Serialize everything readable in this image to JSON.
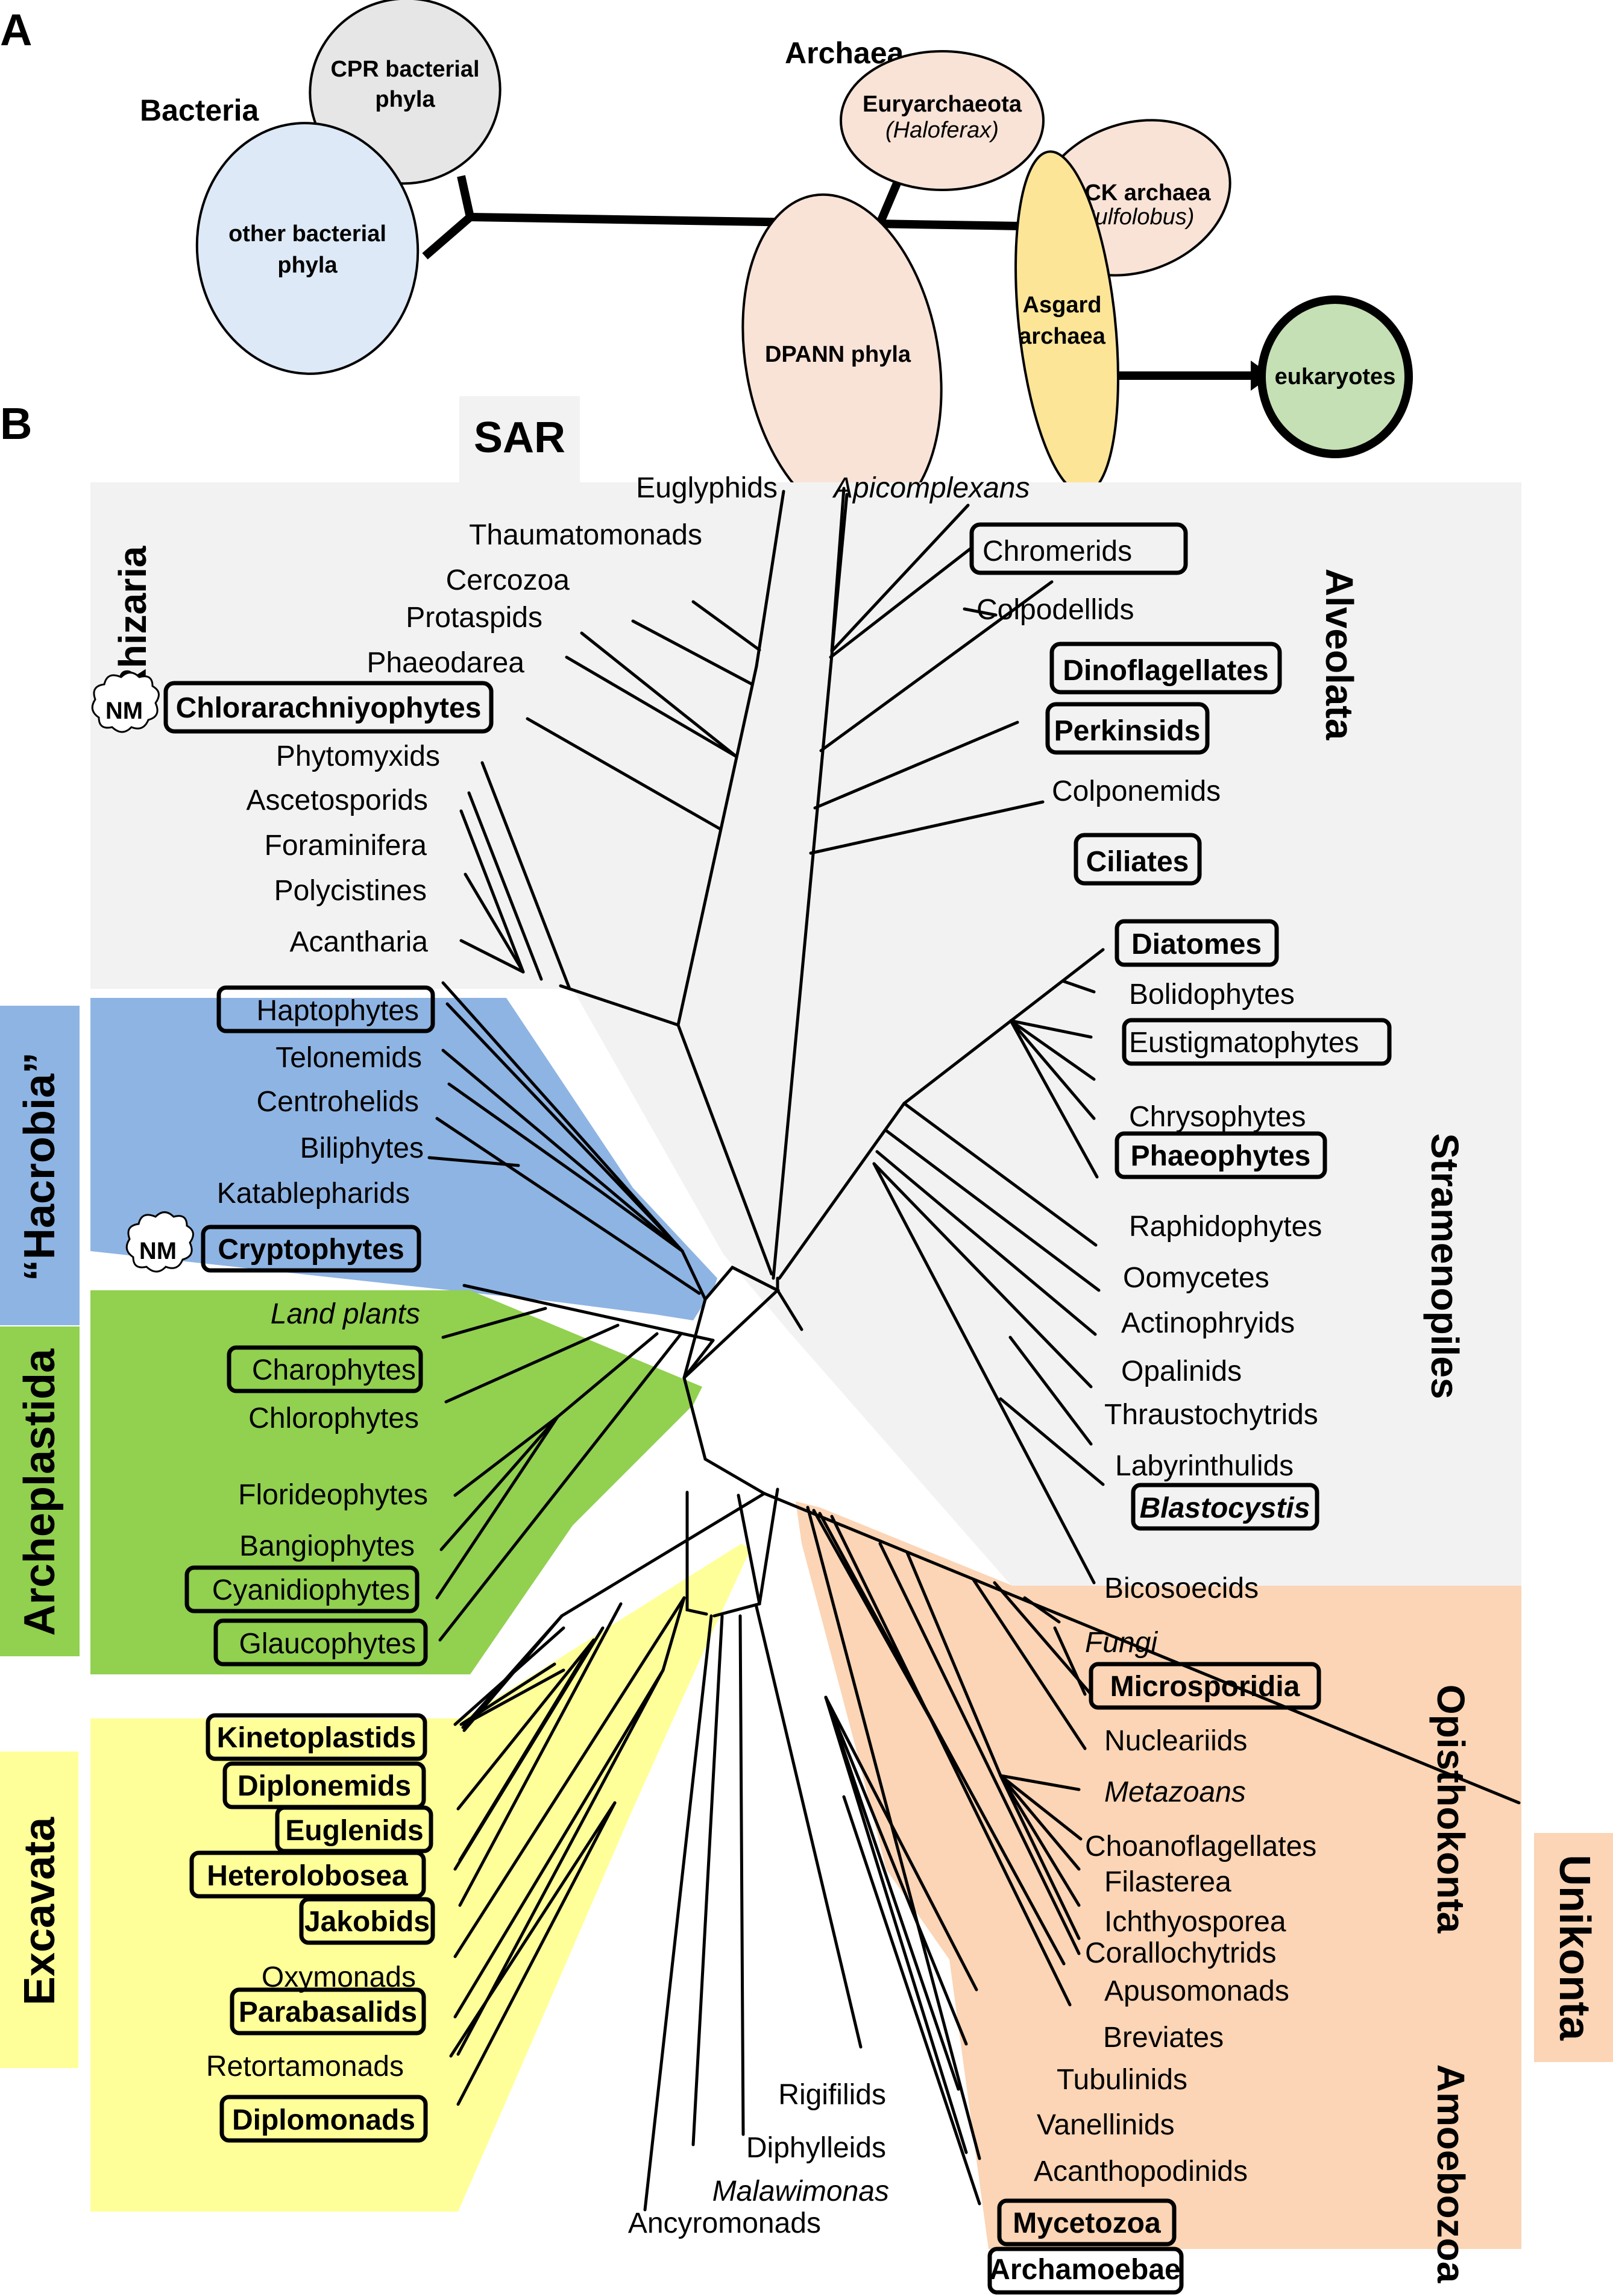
{
  "panel_a": {
    "letter": "A",
    "domains": {
      "bacteria": "Bacteria",
      "archaea": "Archaea"
    },
    "nodes": {
      "cpr": [
        "CPR bacterial",
        "phyla"
      ],
      "other_bacteria": [
        "other bacterial",
        "phyla"
      ],
      "euryarchaeota": [
        "Euryarchaeota",
        "(Haloferax)"
      ],
      "tack": [
        "TACK archaea",
        "(Sulfolobus)"
      ],
      "dpann": "DPANN phyla",
      "asgard": [
        "Asgard",
        "archaea"
      ],
      "eukaryotes": "eukaryotes"
    },
    "colors": {
      "cpr": "#e6e6e6",
      "other_bacteria": "#dde9f6",
      "archaea": "#f9e3d7",
      "asgard": "#fde598",
      "eukaryotes": "#c5e0b4"
    }
  },
  "panel_b": {
    "letter": "B",
    "supergroups": {
      "sar": "SAR",
      "rhizaria": "Rhizaria",
      "alveolata": "Alveolata",
      "stramenopiles": "Stramenopiles",
      "hacrobia": "“Hacrobia”",
      "archeplastida": "Archeplastida",
      "excavata": "Excavata",
      "opisthokonta": "Opisthokonta",
      "amoebozoa": "Amoebozoa",
      "unikonta": "Unikonta"
    },
    "colors": {
      "sar": "#f2f2f2",
      "hacrobia": "#8eb4e3",
      "archeplastida": "#92d050",
      "excavata": "#ffff99",
      "unikonta": "#fbd5b5"
    },
    "nm_badge": "NM",
    "taxa": {
      "rhizaria": [
        {
          "name": "Euglyphids",
          "style": "normal"
        },
        {
          "name": "Thaumatomonads",
          "style": "normal"
        },
        {
          "name": "Cercozoa",
          "style": "normal"
        },
        {
          "name": "Protaspids",
          "style": "normal"
        },
        {
          "name": "Phaeodarea",
          "style": "normal"
        },
        {
          "name": "Chlorarachniyophytes",
          "style": "bold-boxed",
          "nm": true
        },
        {
          "name": "Phytomyxids",
          "style": "normal"
        },
        {
          "name": "Ascetosporids",
          "style": "normal"
        },
        {
          "name": "Foraminifera",
          "style": "normal"
        },
        {
          "name": "Polycistines",
          "style": "normal"
        },
        {
          "name": "Acantharia",
          "style": "normal"
        }
      ],
      "alveolata": [
        {
          "name": "Apicomplexans",
          "style": "italic"
        },
        {
          "name": "Chromerids",
          "style": "boxed"
        },
        {
          "name": "Colpodellids",
          "style": "normal"
        },
        {
          "name": "Dinoflagellates",
          "style": "bold-boxed"
        },
        {
          "name": "Perkinsids",
          "style": "bold-boxed"
        },
        {
          "name": "Colponemids",
          "style": "normal"
        },
        {
          "name": "Ciliates",
          "style": "bold-boxed"
        }
      ],
      "stramenopiles": [
        {
          "name": "Diatomes",
          "style": "bold-boxed"
        },
        {
          "name": "Bolidophytes",
          "style": "normal"
        },
        {
          "name": "Eustigmatophytes",
          "style": "boxed"
        },
        {
          "name": "Chrysophytes",
          "style": "normal"
        },
        {
          "name": "Phaeophytes",
          "style": "bold-boxed"
        },
        {
          "name": "Raphidophytes",
          "style": "normal"
        },
        {
          "name": "Oomycetes",
          "style": "normal"
        },
        {
          "name": "Actinophryids",
          "style": "normal"
        },
        {
          "name": "Opalinids",
          "style": "normal"
        },
        {
          "name": "Thraustochytrids",
          "style": "normal"
        },
        {
          "name": "Labyrinthulids",
          "style": "normal"
        },
        {
          "name": "Blastocystis",
          "style": "bold-italic-boxed"
        },
        {
          "name": "Bicosoecids",
          "style": "normal"
        }
      ],
      "hacrobia": [
        {
          "name": "Haptophytes",
          "style": "boxed"
        },
        {
          "name": "Telonemids",
          "style": "normal"
        },
        {
          "name": "Centrohelids",
          "style": "normal"
        },
        {
          "name": "Biliphytes",
          "style": "normal"
        },
        {
          "name": "Katablepharids",
          "style": "normal"
        },
        {
          "name": "Cryptophytes",
          "style": "bold-boxed",
          "nm": true
        }
      ],
      "archeplastida": [
        {
          "name": "Land plants",
          "style": "italic"
        },
        {
          "name": "Charophytes",
          "style": "boxed"
        },
        {
          "name": "Chlorophytes",
          "style": "normal"
        },
        {
          "name": "Florideophytes",
          "style": "normal"
        },
        {
          "name": "Bangiophytes",
          "style": "normal"
        },
        {
          "name": "Cyanidiophytes",
          "style": "boxed"
        },
        {
          "name": "Glaucophytes",
          "style": "boxed"
        }
      ],
      "excavata": [
        {
          "name": "Kinetoplastids",
          "style": "bold-boxed"
        },
        {
          "name": "Diplonemids",
          "style": "bold-boxed"
        },
        {
          "name": "Euglenids",
          "style": "bold-boxed"
        },
        {
          "name": "Heterolobosea",
          "style": "bold-boxed"
        },
        {
          "name": "Jakobids",
          "style": "bold-boxed"
        },
        {
          "name": "Oxymonads",
          "style": "normal"
        },
        {
          "name": "Parabasalids",
          "style": "bold-boxed"
        },
        {
          "name": "Retortamonads",
          "style": "normal"
        },
        {
          "name": "Diplomonads",
          "style": "bold-boxed"
        }
      ],
      "orphans": [
        {
          "name": "Rigifilids",
          "style": "normal"
        },
        {
          "name": "Diphylleids",
          "style": "normal"
        },
        {
          "name": "Malawimonas",
          "style": "italic"
        },
        {
          "name": "Ancyromonads",
          "style": "normal"
        }
      ],
      "opisthokonta": [
        {
          "name": "Fungi",
          "style": "italic"
        },
        {
          "name": "Microsporidia",
          "style": "bold-boxed"
        },
        {
          "name": "Nucleariids",
          "style": "normal"
        },
        {
          "name": "Metazoans",
          "style": "italic"
        },
        {
          "name": "Choanoflagellates",
          "style": "normal"
        },
        {
          "name": "Filasterea",
          "style": "normal"
        },
        {
          "name": "Ichthyosporea",
          "style": "normal"
        },
        {
          "name": "Corallochytrids",
          "style": "normal"
        },
        {
          "name": "Apusomonads",
          "style": "normal"
        },
        {
          "name": "Breviates",
          "style": "normal"
        }
      ],
      "amoebozoa": [
        {
          "name": "Tubulinids",
          "style": "normal"
        },
        {
          "name": "Vanellinids",
          "style": "normal"
        },
        {
          "name": "Acanthopodinids",
          "style": "normal"
        },
        {
          "name": "Mycetozoa",
          "style": "bold-boxed"
        },
        {
          "name": "Archamoebae",
          "style": "bold-boxed"
        }
      ]
    }
  }
}
